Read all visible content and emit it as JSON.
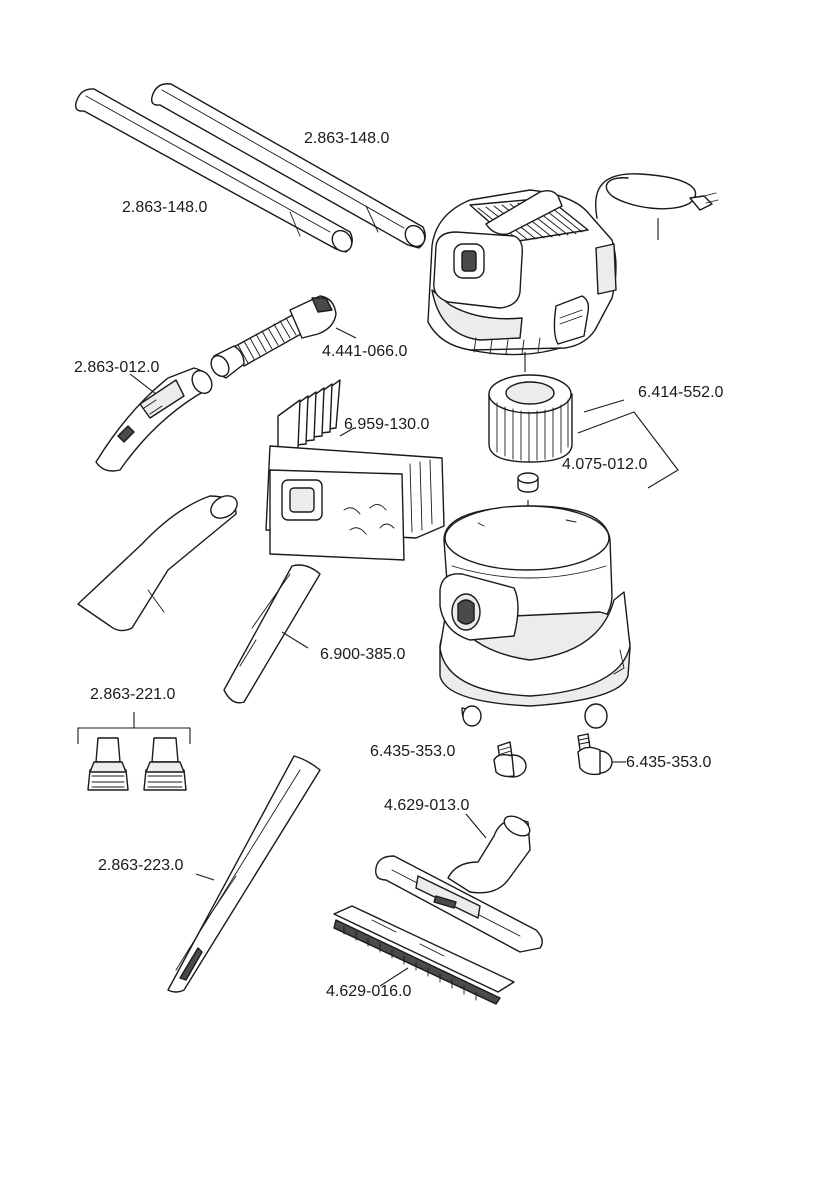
{
  "diagram": {
    "colors": {
      "line": "#1a1a1a",
      "shade": "#ececec",
      "background": "#ffffff"
    },
    "parts": [
      {
        "id": "tube-upper",
        "name": "suction-tube-upper",
        "part_number": "2.863-148.0"
      },
      {
        "id": "tube-lower",
        "name": "suction-tube-lower",
        "part_number": "2.863-148.0"
      },
      {
        "id": "hose",
        "name": "suction-hose",
        "part_number": "4.441-066.0"
      },
      {
        "id": "elbow",
        "name": "hose-elbow",
        "part_number": "2.863-012.0"
      },
      {
        "id": "bags",
        "name": "filter-bags",
        "part_number": "6.959-130.0"
      },
      {
        "id": "cartridge",
        "name": "cartridge-filter",
        "part_number": "6.414-552.0"
      },
      {
        "id": "nut",
        "name": "filter-nut",
        "part_number": "4.075-012.0"
      },
      {
        "id": "crevice-short",
        "name": "crevice-nozzle",
        "part_number": "6.900-385.0"
      },
      {
        "id": "adapters",
        "name": "nozzle-adapters",
        "part_number": "2.863-221.0"
      },
      {
        "id": "castor-left",
        "name": "castor-left",
        "part_number": "6.435-353.0"
      },
      {
        "id": "castor-right",
        "name": "castor-right",
        "part_number": "6.435-353.0"
      },
      {
        "id": "floor-nozzle",
        "name": "floor-nozzle",
        "part_number": "4.629-013.0"
      },
      {
        "id": "crevice-long",
        "name": "crevice-nozzle-long",
        "part_number": "2.863-223.0"
      },
      {
        "id": "brush-strip",
        "name": "brush-strip",
        "part_number": "4.629-016.0"
      }
    ]
  }
}
